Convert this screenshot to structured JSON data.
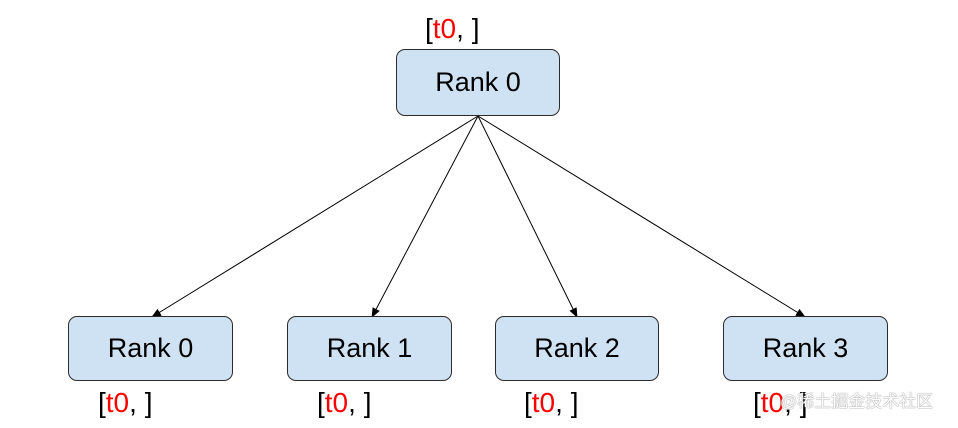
{
  "root": {
    "label": "Rank 0",
    "tag": {
      "open": "[",
      "value": "t0",
      "close": ", ]"
    }
  },
  "children": [
    {
      "label": "Rank 0",
      "tag": {
        "open": "[",
        "value": "t0",
        "close": ", ]"
      }
    },
    {
      "label": "Rank 1",
      "tag": {
        "open": "[",
        "value": "t0",
        "close": ", ]"
      }
    },
    {
      "label": "Rank 2",
      "tag": {
        "open": "[",
        "value": "t0",
        "close": ", ]"
      }
    },
    {
      "label": "Rank 3",
      "tag": {
        "open": "[",
        "value": "t0",
        "close": ", ]"
      }
    }
  ],
  "colors": {
    "node_fill": "#cfe2f3",
    "node_border": "#2b2b2b",
    "highlight": "#ff0000",
    "edge": "#000000"
  },
  "watermark": "@稀土掘金技术社区"
}
